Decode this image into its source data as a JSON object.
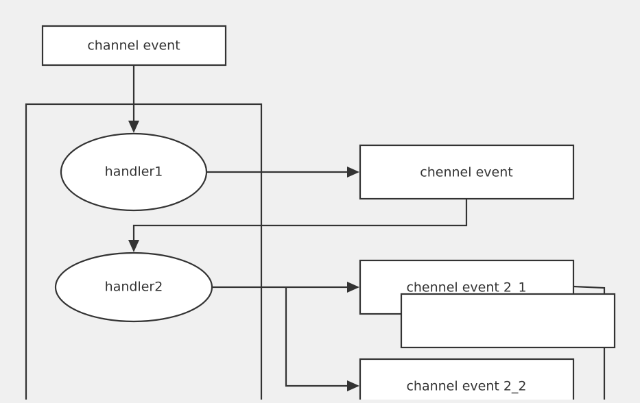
{
  "diagram": {
    "nodes": {
      "channel_event_top": "channel event",
      "handler1": "handler1",
      "handler2": "handler2",
      "chennel_event": "chennel event",
      "chennel_event_2_1": "chennel event 2_1",
      "channel_event_2_2": "channel event 2_2",
      "overlay_box": ""
    }
  },
  "colors": {
    "background": "#f0f0f0",
    "stroke": "#333333",
    "box_fill": "#ffffff",
    "text": "#333333"
  }
}
